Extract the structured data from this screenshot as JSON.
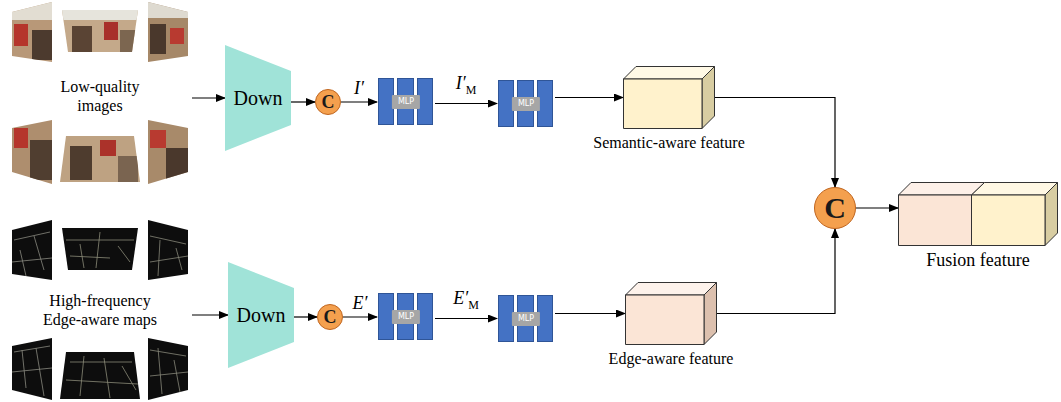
{
  "diagram": {
    "nodes": [
      {
        "text": [
          "Low-quality images"
        ]
      },
      {
        "text": [
          "Down"
        ]
      },
      {
        "text": [
          "C"
        ]
      },
      {
        "text": [
          "MLP"
        ]
      },
      {
        "text": [
          "MLP"
        ]
      },
      {
        "text": [
          "Semantic-aware feature"
        ]
      },
      {
        "text": [
          "High-frequency Edge-aware maps"
        ]
      },
      {
        "text": [
          "Down"
        ]
      },
      {
        "text": [
          "C"
        ]
      },
      {
        "text": [
          "MLP"
        ]
      },
      {
        "text": [
          "MLP"
        ]
      },
      {
        "text": [
          "Edge-aware feature"
        ]
      },
      {
        "text": [
          "C"
        ]
      },
      {
        "text": [
          "Fusion feature"
        ]
      }
    ],
    "edges": [
      {
        "from": 0,
        "to": 1,
        "arrow": "to"
      },
      {
        "from": 1,
        "to": 2,
        "arrow": "to"
      },
      {
        "from": 2,
        "to": 3,
        "label": "I′",
        "arrow": "to"
      },
      {
        "from": 3,
        "to": 4,
        "label": "I′M",
        "arrow": "to"
      },
      {
        "from": 4,
        "to": 5,
        "arrow": "to"
      },
      {
        "from": 5,
        "to": 12,
        "arrow": "to"
      },
      {
        "from": 6,
        "to": 7,
        "arrow": "to"
      },
      {
        "from": 7,
        "to": 8,
        "arrow": "to"
      },
      {
        "from": 8,
        "to": 9,
        "label": "E′",
        "arrow": "to"
      },
      {
        "from": 9,
        "to": 10,
        "label": "E′M",
        "arrow": "to"
      },
      {
        "from": 10,
        "to": 11,
        "arrow": "to"
      },
      {
        "from": 11,
        "to": 12,
        "arrow": "to"
      },
      {
        "from": 12,
        "to": 13,
        "arrow": "to"
      }
    ]
  }
}
